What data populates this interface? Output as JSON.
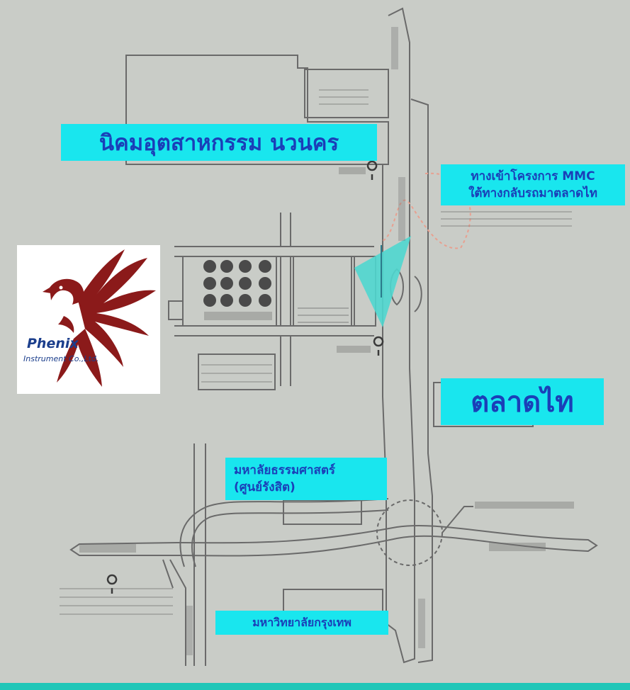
{
  "labels": {
    "estate": "นิคมอุตสาหกรรม นวนคร",
    "entrance_line1": "ทางเข้าโครงการ MMC",
    "entrance_line2": "ใต้ทางกลับรถมาตลาดไท",
    "talad_thai": "ตลาดไท",
    "thammasat_line1": "มหาลัยธรรมศาสตร์",
    "thammasat_line2": "(ศูนย์รังสิต)",
    "bangkok_univ": "มหาวิทยาลัยกรุงเทพ"
  },
  "logo": {
    "name": "Phenix",
    "subtitle": "Instrument Co.,Ltd."
  },
  "colors": {
    "background": "#c9ccc7",
    "road_line": "#6a6a6a",
    "label_bg": "#19e6ee",
    "label_text": "#1a3fb8",
    "arrow": "#4fd7cf",
    "logo_red": "#8b1a1a",
    "logo_blue": "#1b3e8c"
  }
}
